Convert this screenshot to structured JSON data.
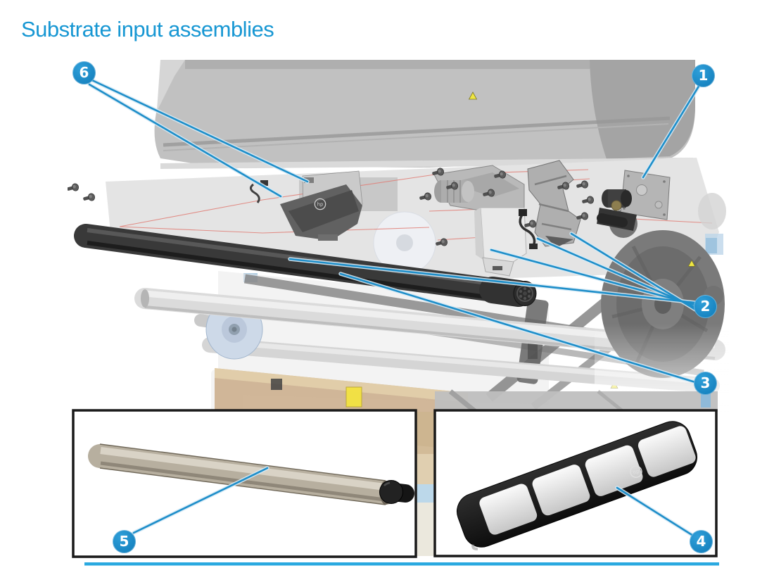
{
  "title": "Substrate input assemblies",
  "callouts": {
    "c1": "1",
    "c2": "2",
    "c3": "3",
    "c4": "4",
    "c5": "5",
    "c6": "6"
  },
  "figure": {
    "type": "exploded-parts-diagram",
    "callout_count": 6,
    "inset_count": 2,
    "icons": [
      "hp-logo",
      "warning-triangle-icon"
    ]
  },
  "colors": {
    "title_blue": "#1797d3",
    "callout_blue": "#1b8aca",
    "leader_line_blue": "#1e8ec9",
    "alignment_red": "#e07a72",
    "divider_blue": "#2aa9e0",
    "inset_border": "#191919"
  }
}
